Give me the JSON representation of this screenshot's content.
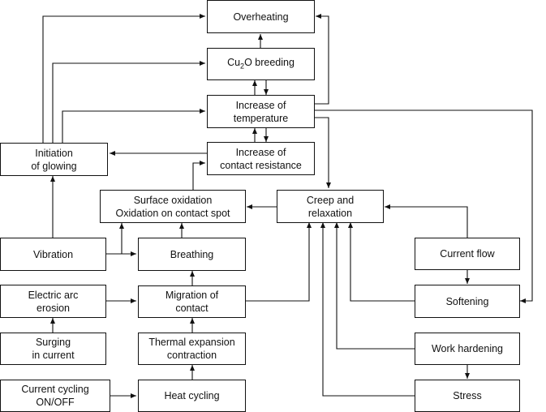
{
  "nodes": {
    "overheating": {
      "label": "Overheating"
    },
    "cu2o_breeding": {
      "label_pre": "Cu",
      "label_sub": "2",
      "label_post": "O breeding"
    },
    "increase_temperature": {
      "line1": "Increase of",
      "line2": "temperature"
    },
    "increase_resistance": {
      "line1": "Increase of",
      "line2": "contact resistance"
    },
    "initiation_glowing": {
      "line1": "Initiation",
      "line2": "of glowing"
    },
    "surface_oxidation": {
      "line1": "Surface oxidation",
      "line2": "Oxidation on contact spot"
    },
    "creep_relaxation": {
      "line1": "Creep and",
      "line2": "relaxation"
    },
    "vibration": {
      "label": "Vibration"
    },
    "breathing": {
      "label": "Breathing"
    },
    "current_flow": {
      "label": "Current flow"
    },
    "electric_arc": {
      "line1": "Electric arc",
      "line2": "erosion"
    },
    "migration_contact": {
      "line1": "Migration of",
      "line2": "contact"
    },
    "softening": {
      "label": "Softening"
    },
    "surging_current": {
      "line1": "Surging",
      "line2": "in current"
    },
    "thermal_expansion": {
      "line1": "Thermal expansion",
      "line2": "contraction"
    },
    "work_hardening": {
      "label": "Work hardening"
    },
    "current_cycling": {
      "line1": "Current cycling",
      "line2": "ON/OFF"
    },
    "heat_cycling": {
      "label": "Heat cycling"
    },
    "stress": {
      "label": "Stress"
    }
  }
}
